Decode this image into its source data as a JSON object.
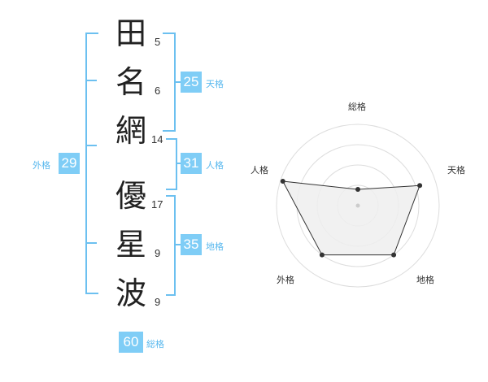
{
  "name": {
    "chars": [
      {
        "char": "田",
        "strokes": "5"
      },
      {
        "char": "名",
        "strokes": "6"
      },
      {
        "char": "網",
        "strokes": "14"
      },
      {
        "char": "優",
        "strokes": "17"
      },
      {
        "char": "星",
        "strokes": "9"
      },
      {
        "char": "波",
        "strokes": "9"
      }
    ]
  },
  "kakusu": {
    "tenkaku": {
      "value": "25",
      "label": "天格"
    },
    "jinkaku": {
      "value": "31",
      "label": "人格"
    },
    "chikaku": {
      "value": "35",
      "label": "地格"
    },
    "gaikaku": {
      "value": "29",
      "label": "外格"
    },
    "soukaku": {
      "value": "60",
      "label": "総格"
    }
  },
  "colors": {
    "accent": "#7fcdf6",
    "bracket": "#6cc0f0",
    "radar_fill": "#efefef",
    "radar_line": "#333333"
  },
  "chart_data": {
    "type": "radar",
    "axes": [
      "総格",
      "天格",
      "地格",
      "外格",
      "人格"
    ],
    "values": [
      0.2,
      0.8,
      0.75,
      0.75,
      0.97
    ],
    "rings": 4
  }
}
